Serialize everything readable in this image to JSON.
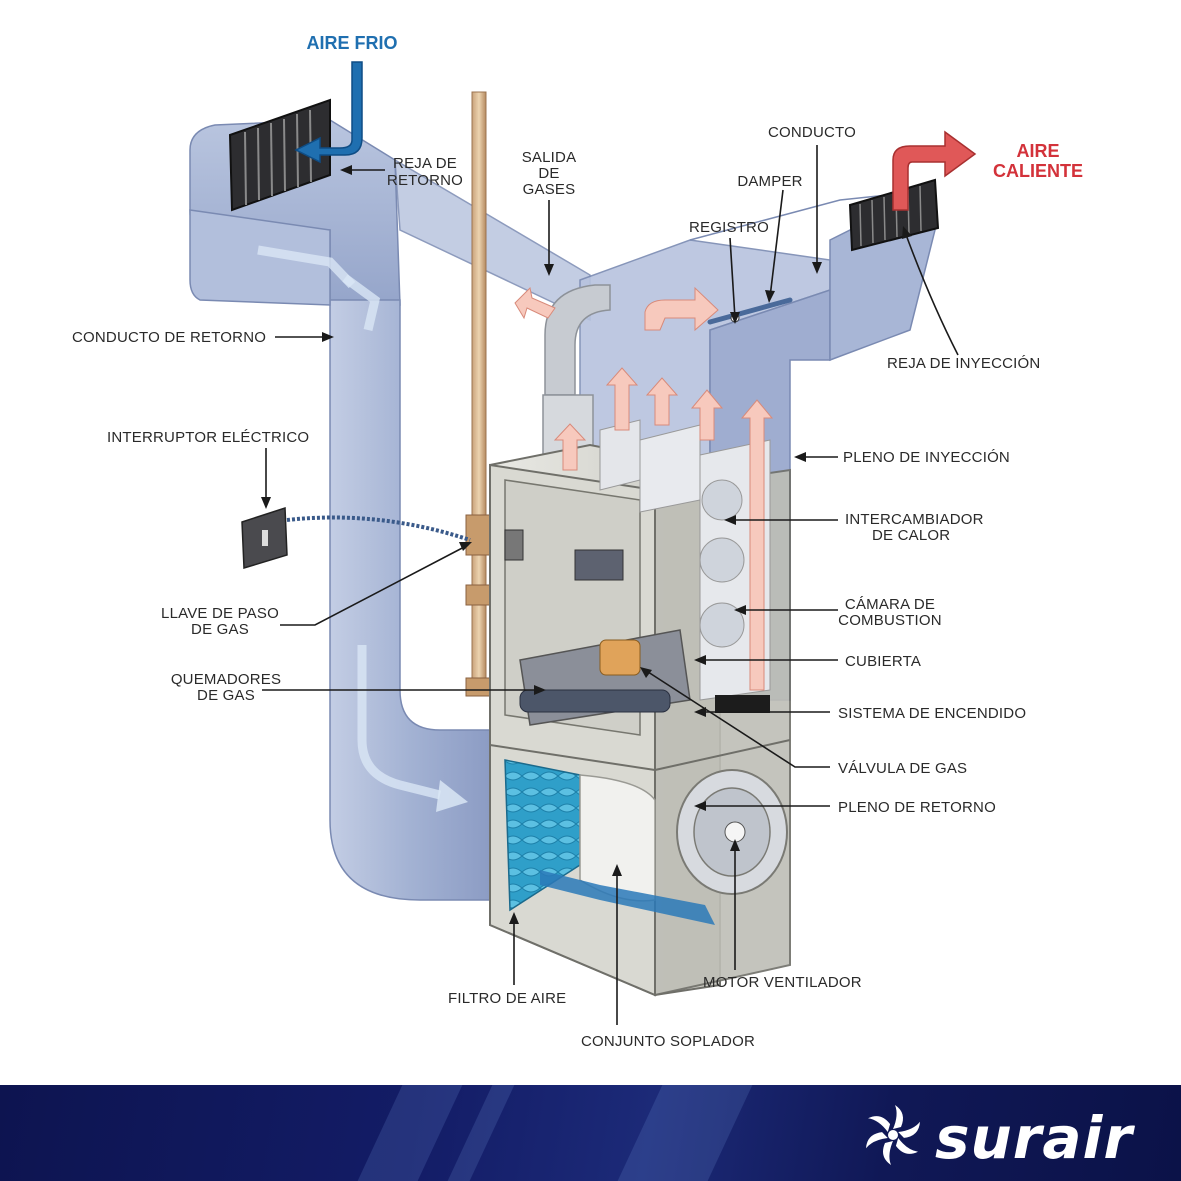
{
  "title": {
    "cold_air": "AIRE FRIO",
    "hot_air_1": "AIRE",
    "hot_air_2": "CALIENTE"
  },
  "labels": {
    "reja_retorno_1": "REJA DE",
    "reja_retorno_2": "RETORNO",
    "salida_gases_1": "SALIDA",
    "salida_gases_2": "DE",
    "salida_gases_3": "GASES",
    "conducto": "CONDUCTO",
    "damper": "DAMPER",
    "registro": "REGISTRO",
    "conducto_retorno": "CONDUCTO DE RETORNO",
    "reja_inyeccion": "REJA DE INYECCIÓN",
    "interruptor": "INTERRUPTOR ELÉCTRICO",
    "pleno_inyeccion": "PLENO DE INYECCIÓN",
    "intercambiador_1": "INTERCAMBIADOR",
    "intercambiador_2": "DE CALOR",
    "llave_paso_1": "LLAVE DE PASO",
    "llave_paso_2": "DE GAS",
    "camara_1": "CÁMARA DE",
    "camara_2": "COMBUSTION",
    "cubierta": "CUBIERTA",
    "quemadores_1": "QUEMADORES",
    "quemadores_2": "DE GAS",
    "encendido": "SISTEMA DE ENCENDIDO",
    "valvula": "VÁLVULA DE GAS",
    "pleno_retorno": "PLENO DE RETORNO",
    "motor": "MOTOR VENTILADOR",
    "filtro": "FILTRO DE AIRE",
    "soplador": "CONJUNTO SOPLADOR"
  },
  "brand": {
    "name": "surair",
    "icon": "snowflake-icon"
  },
  "colors": {
    "cold_arrow": "#1f6fb0",
    "hot_arrow": "#e05858",
    "duct": "#a9b7d6",
    "footer": "#121a5e"
  }
}
